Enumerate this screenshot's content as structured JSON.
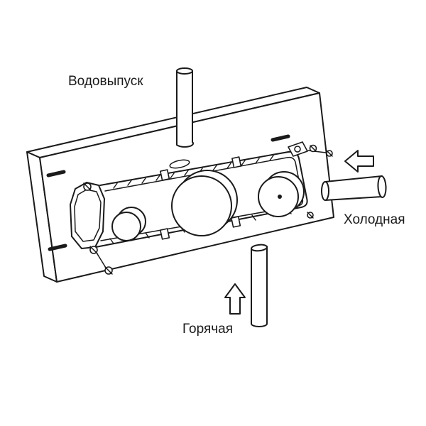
{
  "diagram": {
    "labels": {
      "water_outlet": "Водовыпуск",
      "cold_water": "Холодная",
      "hot_water": "Горячая"
    },
    "colors": {
      "line": "#1a1a1a",
      "background": "#ffffff"
    },
    "icons": {
      "cold_inlet_arrow": "arrow-left-icon",
      "hot_inlet_arrow": "arrow-up-icon"
    }
  }
}
